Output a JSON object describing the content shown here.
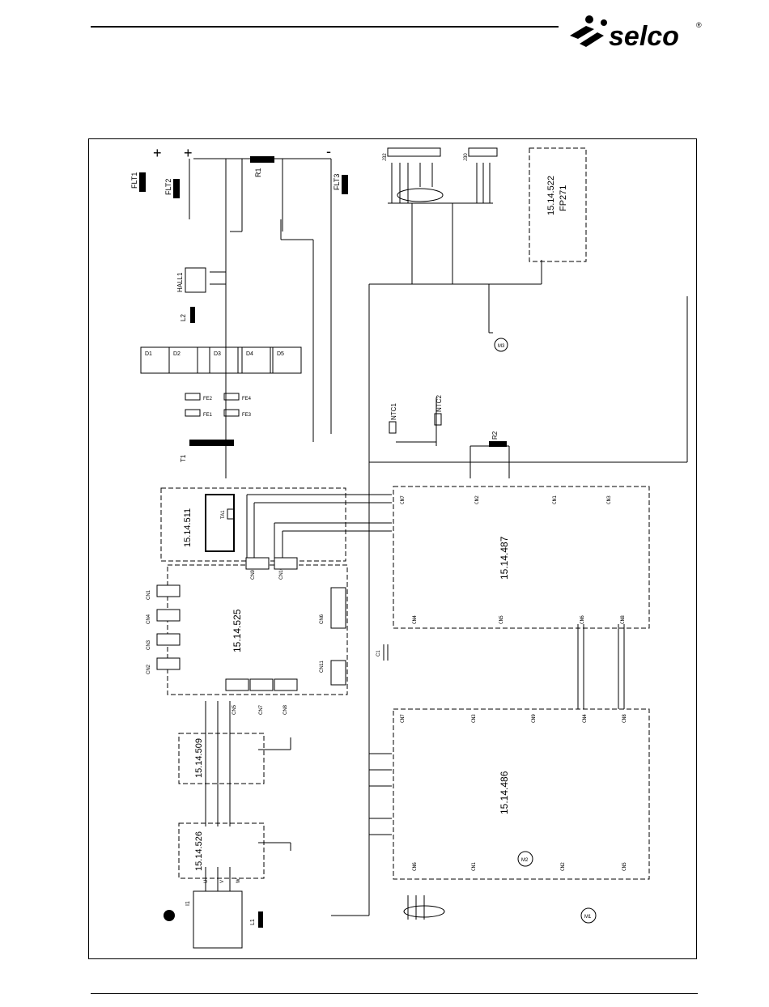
{
  "header": {
    "brand": "selco",
    "registered_mark": "®"
  },
  "diagram": {
    "power_terminals": {
      "plus_a": "+",
      "plus_b": "+",
      "minus": "-"
    },
    "filters": [
      "FLT1",
      "FLT2",
      "FLT3"
    ],
    "resistors": [
      "R1",
      "R2"
    ],
    "hall_sensor": "HALL1",
    "inductors": [
      "L2",
      "L1"
    ],
    "diodes": [
      "D1",
      "D2",
      "D3",
      "D4",
      "D5"
    ],
    "fuses": [
      "FE1",
      "FE2",
      "FE3",
      "FE4"
    ],
    "transformer": "T1",
    "current_transformer": "TA1",
    "ntc_sensors": [
      "NTC1",
      "NTC2"
    ],
    "fans": [
      "M1",
      "M2",
      "M3"
    ],
    "switch": "I1",
    "capacitor": "C1",
    "connectors_top": [
      "J32",
      "J30"
    ],
    "boards": [
      {
        "code": "15.14.522",
        "name": "FP271"
      },
      {
        "code": "15.14.511"
      },
      {
        "code": "15.14.525"
      },
      {
        "code": "15.14.487"
      },
      {
        "code": "15.14.509"
      },
      {
        "code": "15.14.486"
      },
      {
        "code": "15.14.526"
      }
    ],
    "board_525_connectors": [
      "CN1",
      "CN2",
      "CN3",
      "CN4",
      "CN5",
      "CN6",
      "CN7",
      "CN8",
      "CN9",
      "CN10",
      "CN11"
    ],
    "board_487_connectors": [
      "CN1",
      "CN2",
      "CN3",
      "CN4",
      "CN5",
      "CN6",
      "CN7",
      "CN8"
    ],
    "board_486_connectors": [
      "CN1",
      "CN2",
      "CN3",
      "CN4",
      "CN5",
      "CN6",
      "CN7",
      "CN8",
      "CN9"
    ],
    "three_phase": [
      "U",
      "V",
      "W"
    ]
  }
}
